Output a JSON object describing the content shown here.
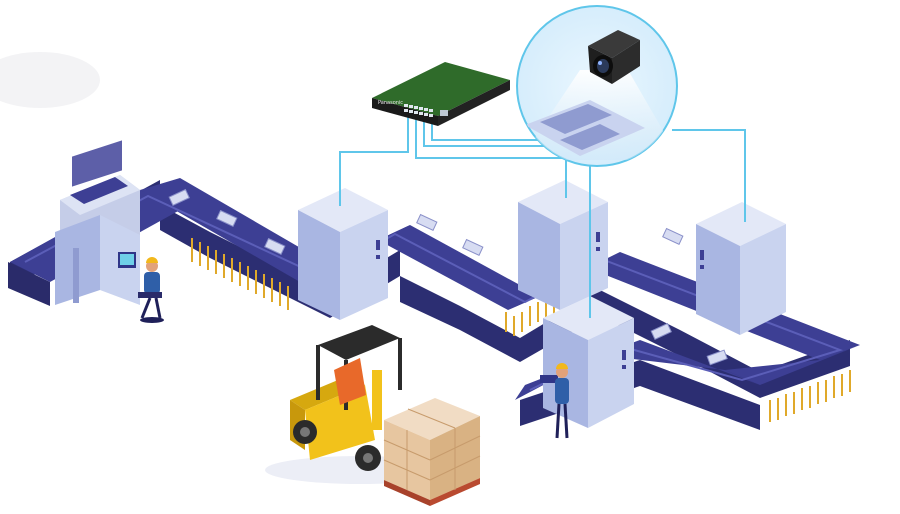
{
  "diagram": {
    "switch": {
      "brand_text": "Panasonic",
      "port_count": 16,
      "sfp_count": 2
    },
    "camera": {
      "icon": "camera-icon"
    },
    "inspection_stations": 4,
    "colors": {
      "conveyor_top": "#3d3f94",
      "conveyor_side": "#2c2e72",
      "station_light": "#c9d3ef",
      "station_mid": "#a9b6e2",
      "cable": "#5fc6ea",
      "switch_green": "#2f6b2a",
      "forklift": "#f2c21b",
      "boxes": "#e7c6a0"
    }
  }
}
